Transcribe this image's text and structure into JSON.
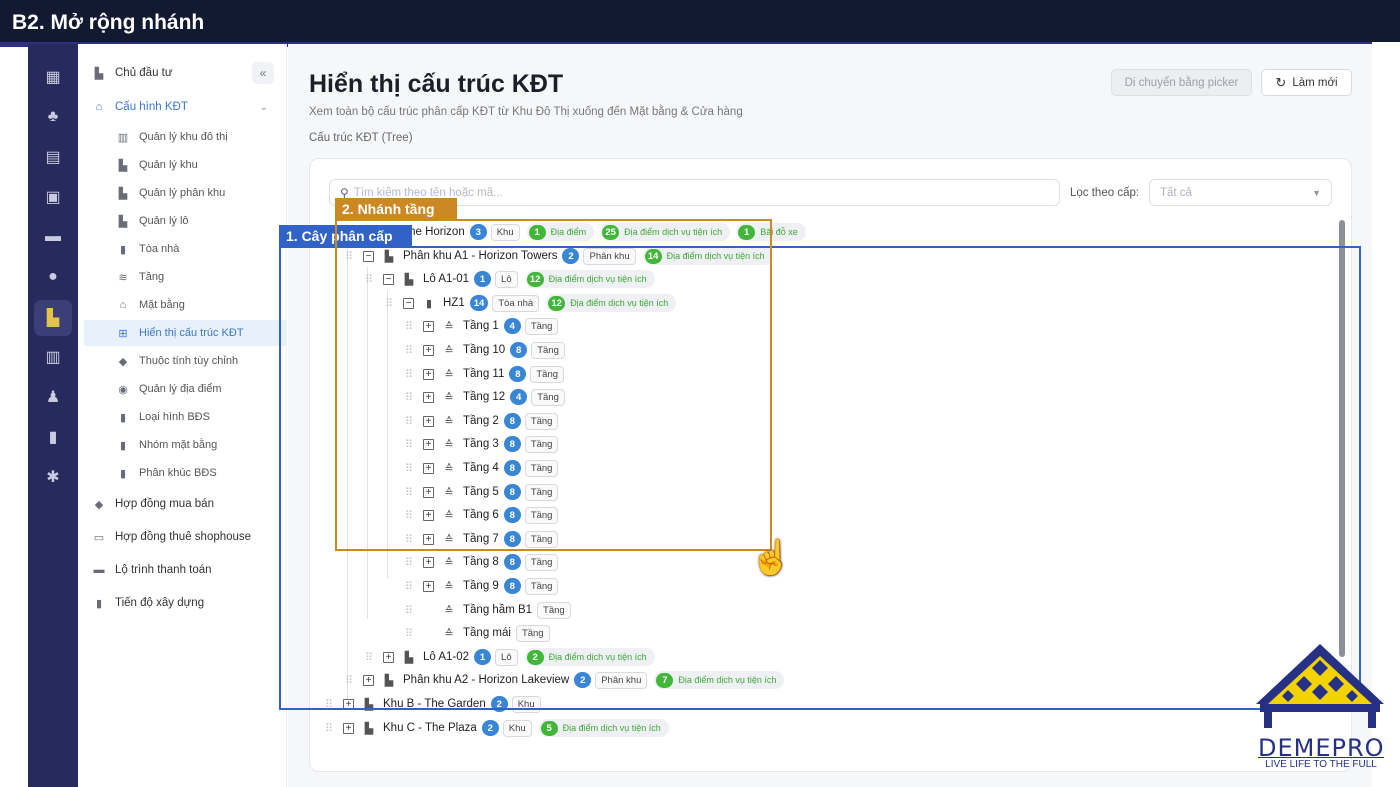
{
  "slide_title": "B2. Mở rộng nhánh",
  "sidebar": {
    "items": [
      {
        "label": "Chủ đầu tư",
        "icon": "building-user-icon"
      },
      {
        "label": "Cấu hình KĐT",
        "icon": "bank-icon"
      },
      {
        "label": "Quản lý khu đô thị",
        "icon": "city-icon"
      },
      {
        "label": "Quản lý khu",
        "icon": "building-icon"
      },
      {
        "label": "Quản lý phân khu",
        "icon": "building-icon"
      },
      {
        "label": "Quản lý lô",
        "icon": "building-icon"
      },
      {
        "label": "Tòa nhà",
        "icon": "tower-icon"
      },
      {
        "label": "Tầng",
        "icon": "layers-icon"
      },
      {
        "label": "Mặt bằng",
        "icon": "home-gear-icon"
      },
      {
        "label": "Hiển thị cấu trúc KĐT",
        "icon": "tree-icon"
      },
      {
        "label": "Thuộc tính tùy chỉnh",
        "icon": "tag-icon"
      },
      {
        "label": "Quản lý địa điểm",
        "icon": "pin-icon"
      },
      {
        "label": "Loại hình BĐS",
        "icon": "tower-icon"
      },
      {
        "label": "Nhóm mặt bằng",
        "icon": "tower-icon"
      },
      {
        "label": "Phân khúc BĐS",
        "icon": "tower-icon"
      },
      {
        "label": "Hợp đồng mua bán",
        "icon": "tag-icon"
      },
      {
        "label": "Hợp đồng thuê shophouse",
        "icon": "shop-icon"
      },
      {
        "label": "Lộ trình thanh toán",
        "icon": "money-icon"
      },
      {
        "label": "Tiến độ xây dựng",
        "icon": "tower-icon"
      }
    ]
  },
  "page": {
    "title": "Hiển thị cấu trúc KĐT",
    "subtitle": "Xem toàn bộ cấu trúc phân cấp KĐT từ Khu Đô Thị xuống đến Mặt bằng & Cửa hàng",
    "section_label": "Cấu trúc KĐT (Tree)",
    "btn_picker": "Di chuyển bằng picker",
    "btn_reload": "Làm mới"
  },
  "search": {
    "placeholder": "Tìm kiếm theo tên hoặc mã..."
  },
  "filter": {
    "label": "Lọc theo cấp:",
    "value": "Tất cả"
  },
  "tree": [
    {
      "toggle": "",
      "label": "Khu A - The Horizon",
      "count": "3",
      "tag": "Khu",
      "chips": [
        {
          "n": "1",
          "t": "Địa điểm"
        },
        {
          "n": "25",
          "t": "Địa điểm dịch vụ tiện ích"
        },
        {
          "n": "1",
          "t": "Bãi đỗ xe"
        }
      ]
    },
    {
      "toggle": "−",
      "label": "Phân khu A1 - Horizon Towers",
      "count": "2",
      "tag": "Phân khu",
      "chips": [
        {
          "n": "14",
          "t": "Địa điểm dịch vụ tiện ích"
        }
      ]
    },
    {
      "toggle": "−",
      "label": "Lô A1-01",
      "count": "1",
      "tag": "Lô",
      "chips": [
        {
          "n": "12",
          "t": "Địa điểm dịch vụ tiện ích"
        }
      ]
    },
    {
      "toggle": "−",
      "label": "HZ1",
      "count": "14",
      "tag": "Tòa nhà",
      "chips": [
        {
          "n": "12",
          "t": "Địa điểm dịch vụ tiện ích"
        }
      ]
    },
    {
      "toggle": "+",
      "label": "Tầng 1",
      "count": "4",
      "tag": "Tầng",
      "chips": []
    },
    {
      "toggle": "+",
      "label": "Tầng 10",
      "count": "8",
      "tag": "Tầng",
      "chips": []
    },
    {
      "toggle": "+",
      "label": "Tầng 11",
      "count": "8",
      "tag": "Tầng",
      "chips": []
    },
    {
      "toggle": "+",
      "label": "Tầng 12",
      "count": "4",
      "tag": "Tầng",
      "chips": []
    },
    {
      "toggle": "+",
      "label": "Tầng 2",
      "count": "8",
      "tag": "Tầng",
      "chips": []
    },
    {
      "toggle": "+",
      "label": "Tầng 3",
      "count": "8",
      "tag": "Tầng",
      "chips": []
    },
    {
      "toggle": "+",
      "label": "Tầng 4",
      "count": "8",
      "tag": "Tầng",
      "chips": []
    },
    {
      "toggle": "+",
      "label": "Tầng 5",
      "count": "8",
      "tag": "Tầng",
      "chips": []
    },
    {
      "toggle": "+",
      "label": "Tầng 6",
      "count": "8",
      "tag": "Tầng",
      "chips": []
    },
    {
      "toggle": "+",
      "label": "Tầng 7",
      "count": "8",
      "tag": "Tầng",
      "chips": []
    },
    {
      "toggle": "+",
      "label": "Tầng 8",
      "count": "8",
      "tag": "Tầng",
      "chips": []
    },
    {
      "toggle": "+",
      "label": "Tầng 9",
      "count": "8",
      "tag": "Tầng",
      "chips": []
    },
    {
      "toggle": "",
      "label": "Tầng hầm B1",
      "count": "",
      "tag": "Tầng",
      "chips": []
    },
    {
      "toggle": "",
      "label": "Tầng mái",
      "count": "",
      "tag": "Tầng",
      "chips": []
    },
    {
      "toggle": "+",
      "label": "Lô A1-02",
      "count": "1",
      "tag": "Lô",
      "chips": [
        {
          "n": "2",
          "t": "Địa điểm dịch vụ tiện ích"
        }
      ]
    },
    {
      "toggle": "+",
      "label": "Phân khu A2 - Horizon Lakeview",
      "count": "2",
      "tag": "Phân khu",
      "chips": [
        {
          "n": "7",
          "t": "Địa điểm dịch vụ tiện ích"
        }
      ]
    },
    {
      "toggle": "+",
      "label": "Khu B - The Garden",
      "count": "2",
      "tag": "Khu",
      "chips": []
    },
    {
      "toggle": "+",
      "label": "Khu C - The Plaza",
      "count": "2",
      "tag": "Khu",
      "chips": [
        {
          "n": "5",
          "t": "Địa điểm dịch vụ tiện ích"
        }
      ]
    }
  ],
  "annotations": {
    "blue_label": "1. Cây phân cấp",
    "orange_label": "2. Nhánh tầng"
  },
  "logo": {
    "name": "DEMEPRO",
    "tagline": "LIVE LIFE TO THE FULL"
  },
  "colors": {
    "accent": "#3a86d6",
    "green": "#42b638",
    "annotation_blue": "#3162c7",
    "annotation_orange": "#cc8822",
    "rail": "#262a5c"
  }
}
